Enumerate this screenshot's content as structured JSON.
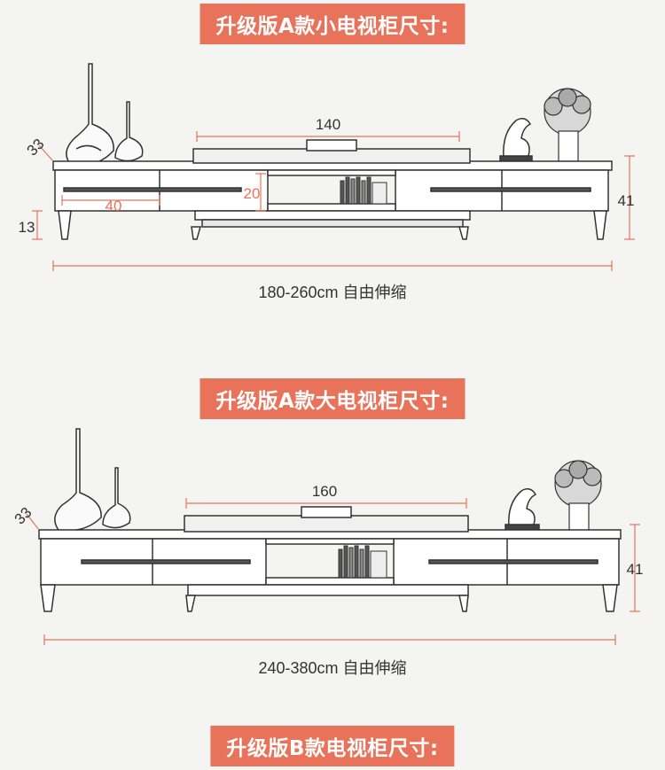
{
  "sections": {
    "a_small": {
      "title": "升级版A款小电视柜尺寸:",
      "dims": {
        "top_width": "140",
        "depth": "33",
        "leg_height": "13",
        "drawer_width": "40",
        "drawer_height": "20",
        "total_height": "41",
        "length_text": "180-260cm 自由伸缩"
      }
    },
    "a_large": {
      "title": "升级版A款大电视柜尺寸:",
      "dims": {
        "top_width": "160",
        "depth": "33",
        "total_height": "41",
        "length_text": "240-380cm 自由伸缩"
      }
    },
    "b": {
      "title": "升级版B款电视柜尺寸:"
    }
  },
  "colors": {
    "accent": "#e8735a",
    "dimension_line": "#e8735a",
    "text": "#333333"
  }
}
